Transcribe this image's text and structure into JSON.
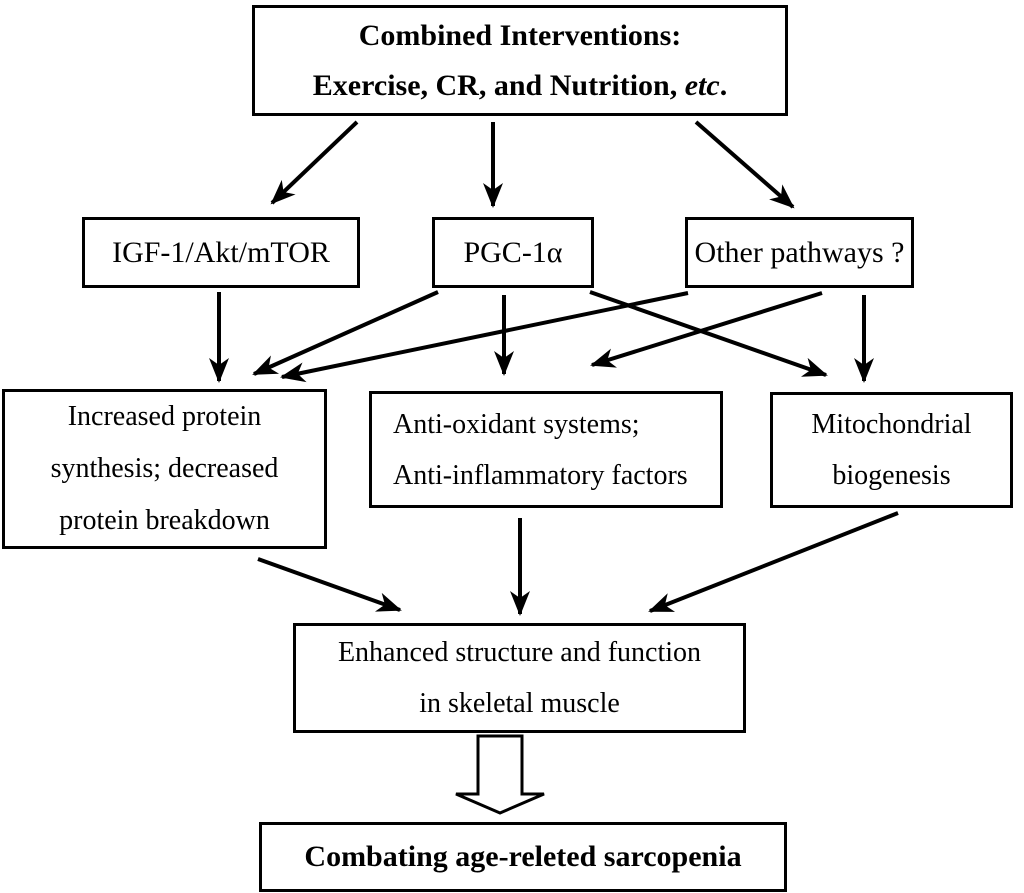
{
  "diagram": {
    "colors": {
      "background": "#ffffff",
      "line": "#000000",
      "text": "#000000",
      "box_fill": "#ffffff"
    },
    "nodes": {
      "combined": {
        "line1": "Combined Interventions:",
        "line2_prefix": "Exercise, CR, and Nutrition, ",
        "line2_italic": "etc",
        "line2_suffix": "."
      },
      "igf": {
        "label": "IGF-1/Akt/mTOR"
      },
      "pgc": {
        "label": "PGC-1α"
      },
      "other": {
        "label": "Other pathways ?"
      },
      "protein": {
        "line1": "Increased protein",
        "line2": "synthesis; decreased",
        "line3": "protein breakdown"
      },
      "antiox": {
        "line1": "Anti-oxidant systems;",
        "line2": "Anti-inflammatory factors"
      },
      "mito": {
        "line1": "Mitochondrial",
        "line2": "biogenesis"
      },
      "enhanced": {
        "line1": "Enhanced structure and function",
        "line2": "in skeletal muscle"
      },
      "outcome": {
        "label": "Combating age-releted sarcopenia"
      }
    },
    "edges": [
      {
        "from": "Combined Interventions: Exercise, CR, and Nutrition, etc.",
        "to": "IGF-1/Akt/mTOR"
      },
      {
        "from": "Combined Interventions: Exercise, CR, and Nutrition, etc.",
        "to": "PGC-1α"
      },
      {
        "from": "Combined Interventions: Exercise, CR, and Nutrition, etc.",
        "to": "Other pathways ?"
      },
      {
        "from": "IGF-1/Akt/mTOR",
        "to": "Increased protein synthesis; decreased protein breakdown"
      },
      {
        "from": "PGC-1α",
        "to": "Increased protein synthesis; decreased protein breakdown"
      },
      {
        "from": "PGC-1α",
        "to": "Anti-oxidant systems; Anti-inflammatory factors"
      },
      {
        "from": "PGC-1α",
        "to": "Mitochondrial biogenesis"
      },
      {
        "from": "Other pathways ?",
        "to": "Increased protein synthesis; decreased protein breakdown"
      },
      {
        "from": "Other pathways ?",
        "to": "Anti-oxidant systems; Anti-inflammatory factors"
      },
      {
        "from": "Other pathways ?",
        "to": "Mitochondrial biogenesis"
      },
      {
        "from": "Increased protein synthesis; decreased protein breakdown",
        "to": "Enhanced structure and function in skeletal muscle"
      },
      {
        "from": "Anti-oxidant systems; Anti-inflammatory factors",
        "to": "Enhanced structure and function in skeletal muscle"
      },
      {
        "from": "Mitochondrial biogenesis",
        "to": "Enhanced structure and function in skeletal muscle"
      },
      {
        "from": "Enhanced structure and function in skeletal muscle",
        "to": "Combating age-releted sarcopenia",
        "style": "block-arrow"
      }
    ]
  }
}
